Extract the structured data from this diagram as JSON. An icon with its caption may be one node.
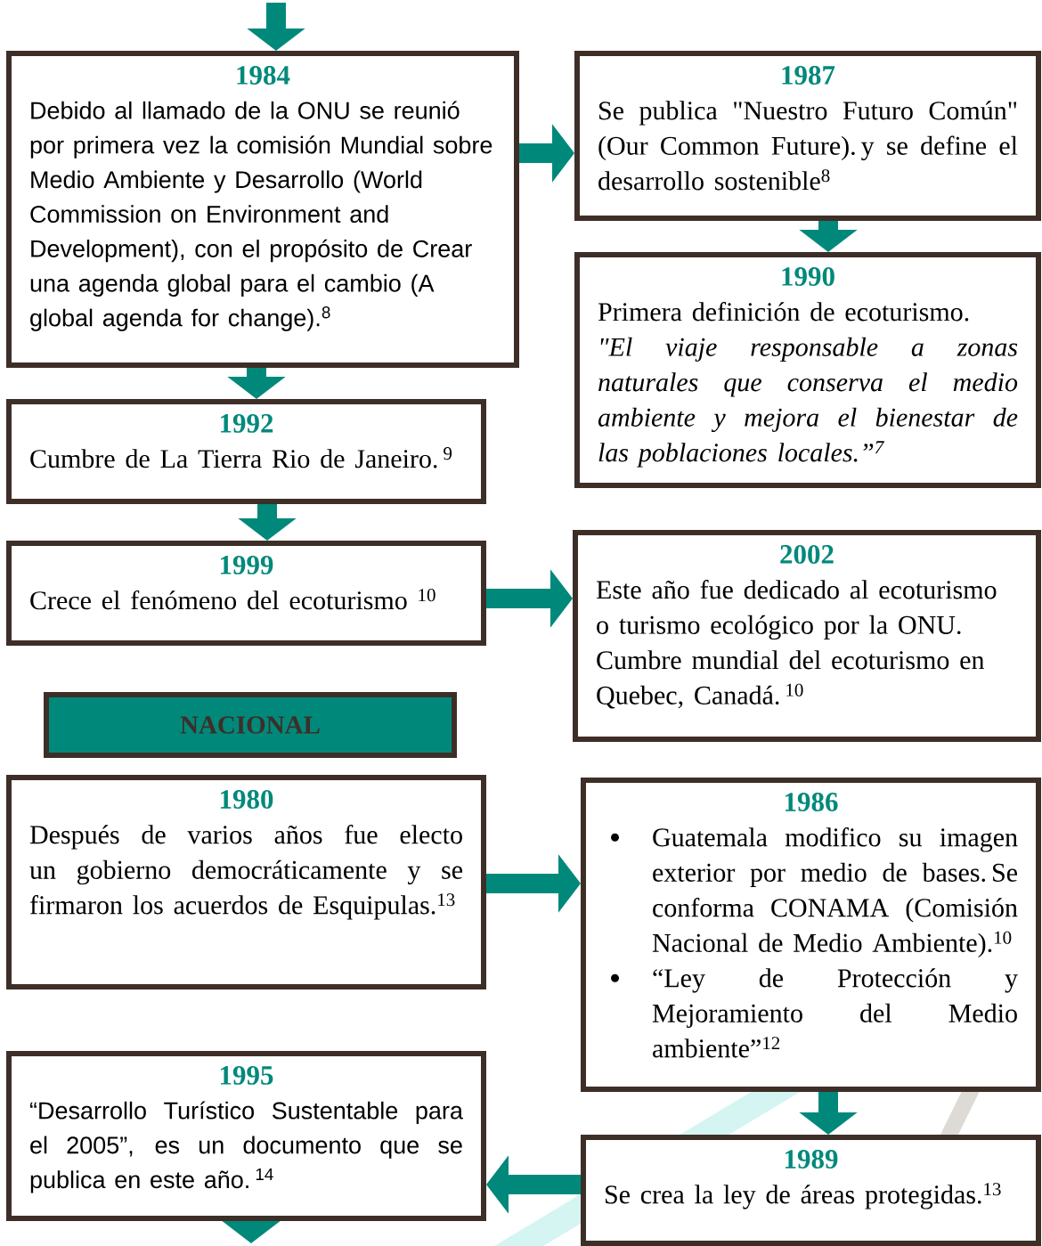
{
  "diagram": {
    "nodes": [
      {
        "text": [
          "1984",
          "Debido al llamado de la ONU se reunió por primera vez la comisión Mundial sobre Medio Ambiente y Desarrollo (World Commission on Environment and Development), con el propósito de Crear una agenda global para el cambio (A global agenda for change).$^{8}$"
        ]
      },
      {
        "text": [
          "1987",
          "Se publica \"Nuestro Futuro Común\" (Our Common Future). y se define el desarrollo sostenible$^{8}$"
        ]
      },
      {
        "text": [
          "1990",
          "Primera definición de ecoturismo.",
          "\"El viaje responsable a zonas naturales que conserva el medio ambiente y mejora el bienestar de las poblaciones locales.”$^{7}$"
        ]
      },
      {
        "text": [
          "1992",
          "Cumbre de La Tierra Rio de Janeiro. $^{9}$"
        ]
      },
      {
        "text": [
          "1999",
          "Crece el fenómeno del ecoturismo $^{10}$"
        ]
      },
      {
        "text": [
          "2002",
          "Este año fue dedicado al ecoturismo o turismo ecológico por la ONU.",
          "Cumbre mundial del ecoturismo en Quebec, Canadá. $^{10}$"
        ]
      },
      {
        "text": [
          "NACIONAL"
        ]
      },
      {
        "text": [
          "1980",
          "Después de varios años fue electo un gobierno democráticamente y se firmaron los acuerdos de Esquipulas.$^{13}$"
        ]
      },
      {
        "text": [
          "1986",
          "Guatemala modifico su imagen exterior por medio de bases. Se conforma CONAMA (Comisión Nacional de Medio Ambiente).$^{10}$",
          "“Ley de Protección y Mejoramiento del Medio ambiente”$^{12}$"
        ]
      },
      {
        "text": [
          "1995",
          "“Desarrollo Turístico Sustentable para el 2005”, es un documento que se publica en este año. $^{14}$"
        ]
      },
      {
        "text": [
          "1989",
          "Se crea la ley de áreas protegidas.$^{13}$"
        ]
      }
    ],
    "edges": [
      {
        "from": null,
        "to": 0,
        "arrow": "to"
      },
      {
        "from": 0,
        "to": 1,
        "arrow": "to"
      },
      {
        "from": 1,
        "to": 2,
        "arrow": "to"
      },
      {
        "from": 0,
        "to": 3,
        "arrow": "to"
      },
      {
        "from": 3,
        "to": 4,
        "arrow": "to"
      },
      {
        "from": 4,
        "to": 5,
        "arrow": "to"
      },
      {
        "from": 7,
        "to": 8,
        "arrow": "to"
      },
      {
        "from": 8,
        "to": 10,
        "arrow": "to"
      },
      {
        "from": 10,
        "to": 9,
        "arrow": "to"
      },
      {
        "from": 9,
        "to": null,
        "arrow": "to"
      }
    ]
  }
}
